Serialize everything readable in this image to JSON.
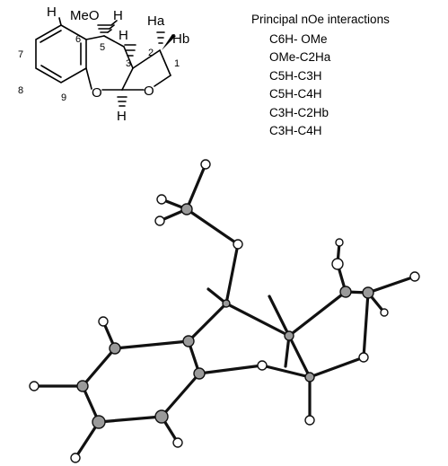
{
  "structure": {
    "atom_labels": {
      "h6": "H",
      "meo": "MeO",
      "h5": "H",
      "h3": "H",
      "ha": "Ha",
      "hb": "Hb",
      "h_anomeric": "H",
      "o_ring": "O",
      "o_furan": "O"
    },
    "position_numbers": [
      "6",
      "5",
      "3",
      "2",
      "1",
      "7",
      "8",
      "9"
    ]
  },
  "noe": {
    "title": "Principal nOe interactions",
    "interactions": [
      "C6H- OMe",
      "OMe-C2Ha",
      "C5H-C3H",
      "C5H-C4H",
      "C3H-C2Hb",
      "C3H-C4H"
    ]
  }
}
